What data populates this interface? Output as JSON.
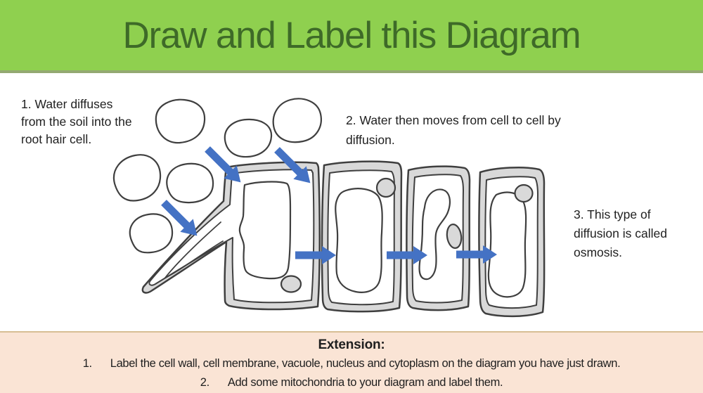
{
  "slide": {
    "title": "Draw and Label this Diagram"
  },
  "annotations": {
    "step1": "1. Water diffuses from the soil into the root hair cell.",
    "step2": "2. Water then moves from cell to cell by diffusion.",
    "step3": "3. This type of diffusion is called osmosis."
  },
  "extension": {
    "heading": "Extension:",
    "items": [
      {
        "number": "1.",
        "text": "Label the cell wall, cell membrane, vacuole, nucleus and cytoplasm on the diagram you have just drawn."
      },
      {
        "number": "2.",
        "text": "Add some mitochondria to your diagram and label them."
      }
    ]
  },
  "diagram": {
    "icons": {
      "soil_particle": "soil-particle-icon",
      "water_arrow": "water-arrow-icon",
      "root_hair_cell": "root-hair-cell-drawing",
      "plant_cell": "plant-cell-drawing",
      "vacuole": "vacuole-shape",
      "nucleus": "nucleus-shape"
    }
  },
  "colors": {
    "header_green": "#8FD04F",
    "header_border": "#93A972",
    "title_text": "#3E6A28",
    "body_text": "#1F1F1F",
    "arrow_blue": "#4472C4",
    "sketch_line": "#3F3F3F",
    "cell_wall_gray": "#D9D9D9",
    "footer_bg": "#FAE4D5",
    "footer_border": "#D7BE94"
  }
}
